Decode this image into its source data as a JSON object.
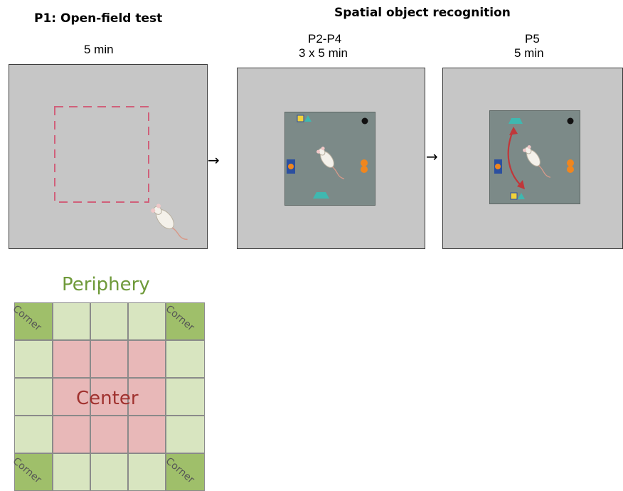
{
  "header": {
    "p1_title": "P1: Open-field test",
    "spatial_title": "Spatial object recognition"
  },
  "panels": {
    "p1_duration": "5 min",
    "p2_label": "P2-P4",
    "p2_duration": "3 x 5 min",
    "p5_label": "P5",
    "p5_duration": "5 min"
  },
  "zones": {
    "periphery_label": "Periphery",
    "center_label": "Center",
    "corner_label": "Corner"
  },
  "colors": {
    "arena": "#c6c6c6",
    "inner_arena": "#7c8a88",
    "periphery": "#d8e5c0",
    "corner": "#9fbf6a",
    "center": "#e8b8b8",
    "periphery_text": "#6f9a3a",
    "center_text": "#a0322f",
    "dashed_square": "#d0607a",
    "orange_object": "#f0861e",
    "blue_object": "#2b4fa0",
    "teal_object": "#3fb8b0",
    "yellow_object": "#f2d23a",
    "move_arrow": "#c0373a"
  }
}
